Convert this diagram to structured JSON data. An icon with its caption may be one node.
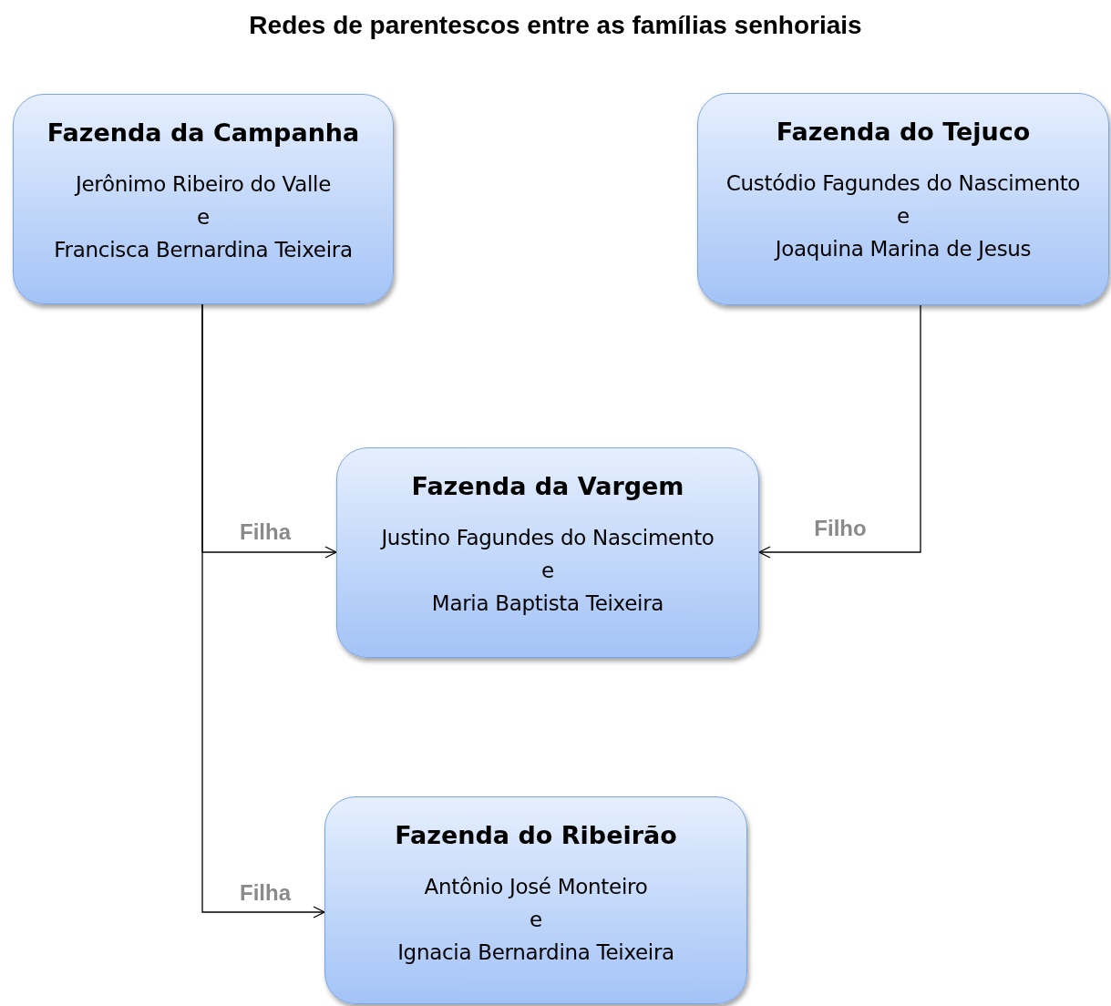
{
  "diagram": {
    "title": "Redes de parentescos entre as famílias senhoriais",
    "nodes": [
      {
        "text": [
          "Fazenda da Campanha",
          "Jerônimo Ribeiro do Valle",
          "e",
          "Francisca Bernardina Teixeira"
        ]
      },
      {
        "text": [
          "Fazenda do Tejuco",
          "Custódio Fagundes do Nascimento",
          "e",
          "Joaquina Marina de Jesus"
        ]
      },
      {
        "text": [
          "Fazenda da Vargem",
          "Justino Fagundes do Nascimento",
          "e",
          "Maria Baptista Teixeira"
        ]
      },
      {
        "text": [
          "Fazenda do Ribeirão",
          "Antônio José Monteiro",
          "e",
          "Ignacia Bernardina Teixeira"
        ]
      }
    ],
    "edges": [
      {
        "from": 0,
        "to": 2,
        "arrow": "to",
        "label": "Filha"
      },
      {
        "from": 1,
        "to": 2,
        "arrow": "to",
        "label": "Filho"
      },
      {
        "from": 0,
        "to": 3,
        "arrow": "to",
        "label": "Filha"
      }
    ]
  }
}
